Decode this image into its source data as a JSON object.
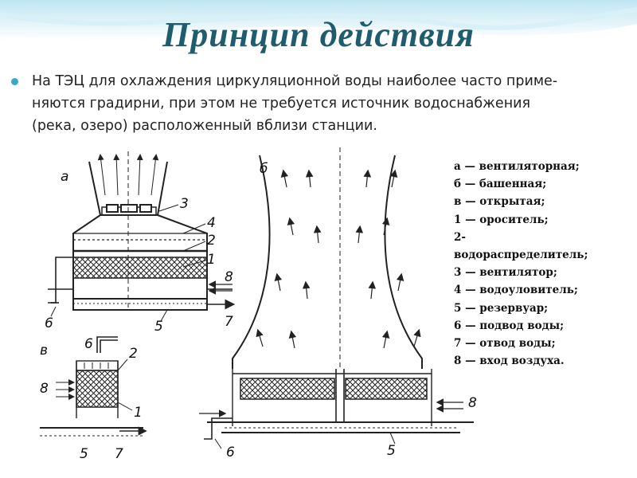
{
  "slide": {
    "title": "Принцип действия",
    "paragraph_lines": [
      "На ТЭЦ для охлаждения циркуляционной воды наиболее часто приме-",
      "няются градирни, при этом не требуется источник водоснабжения",
      "(река, озеро) расположенный вблизи станции."
    ],
    "accent_color": "#1f5c6e",
    "bullet_color": "#3aa6c8"
  },
  "legend": [
    "а — вентиляторная;",
    "б — башенная;",
    "в — открытая;",
    "1 — ороситель;",
    "2-",
    "водораспределитель;",
    "3 — вентилятор;",
    "4 — водоуловитель;",
    "5 — резервуар;",
    "6 — подвод воды;",
    "7 — отвод воды;",
    "8 — вход воздуха."
  ],
  "diagram": {
    "fan_tower_label": "а",
    "open_tower_label": "в",
    "stack_tower_label": "б",
    "numbers": [
      "1",
      "2",
      "3",
      "4",
      "5",
      "6",
      "7",
      "8"
    ]
  }
}
